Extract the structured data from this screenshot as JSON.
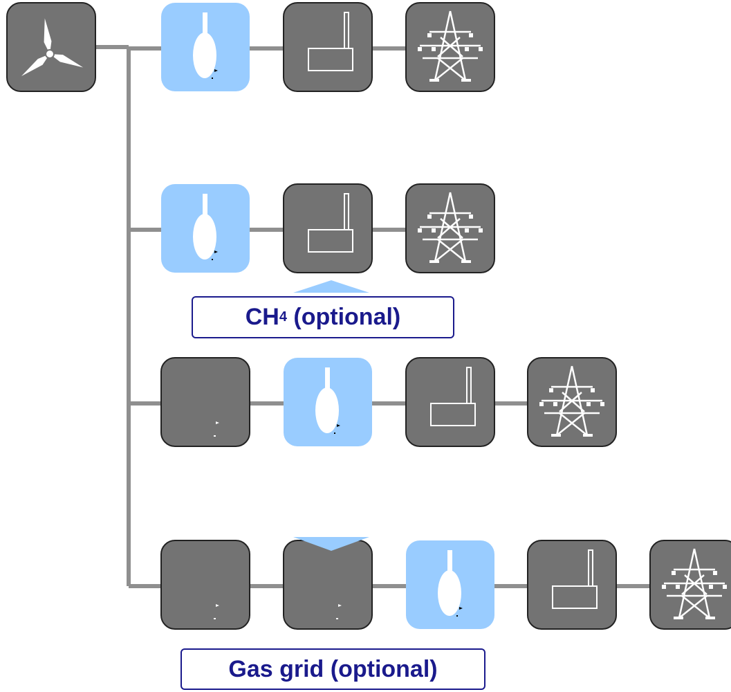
{
  "colors": {
    "node_gray": "#737373",
    "node_blue": "#99ccff",
    "line": "#8f8f8f",
    "label_text": "#1a1a8c",
    "label_border": "#1a1a8c",
    "arrow": "#99ccff"
  },
  "diagram": {
    "source_icon": "wind-turbine-icon",
    "node_icons": {
      "storage": "gas-storage-flask-icon",
      "generator": "power-plant-icon",
      "grid": "power-transmission-tower-icon",
      "unit": "blank-process-unit"
    },
    "rows": [
      {
        "nodes": [
          "storage",
          "generator",
          "grid"
        ]
      },
      {
        "nodes": [
          "storage",
          "generator",
          "grid"
        ]
      },
      {
        "nodes": [
          "unit",
          "storage",
          "generator",
          "grid"
        ]
      },
      {
        "nodes": [
          "unit",
          "unit",
          "storage",
          "generator",
          "grid"
        ]
      }
    ],
    "labels": {
      "ch4_main": "CH",
      "ch4_sub": "4",
      "ch4_rest": " (optional)",
      "gas_grid": "Gas grid (optional)"
    }
  }
}
